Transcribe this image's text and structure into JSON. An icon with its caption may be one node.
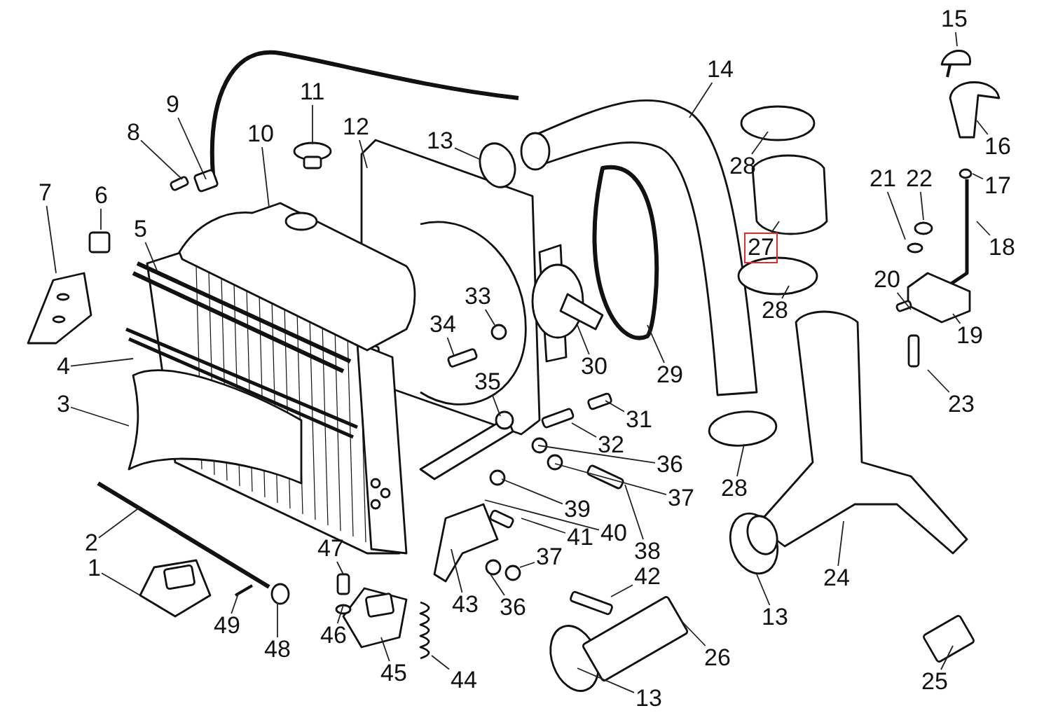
{
  "diagram": {
    "nodes": [
      {
        "text": [
          "15"
        ]
      },
      {
        "text": [
          "11"
        ]
      },
      {
        "text": [
          "9"
        ]
      },
      {
        "text": [
          "8"
        ]
      },
      {
        "text": [
          "10"
        ]
      },
      {
        "text": [
          "12"
        ]
      },
      {
        "text": [
          "13"
        ]
      },
      {
        "text": [
          "14"
        ]
      },
      {
        "text": [
          "28"
        ]
      },
      {
        "text": [
          "16"
        ]
      },
      {
        "text": [
          "7"
        ]
      },
      {
        "text": [
          "6"
        ]
      },
      {
        "text": [
          "5"
        ]
      },
      {
        "text": [
          "21"
        ]
      },
      {
        "text": [
          "22"
        ]
      },
      {
        "text": [
          "17"
        ]
      },
      {
        "text": [
          "18"
        ]
      },
      {
        "text": [
          "27"
        ]
      },
      {
        "text": [
          "33"
        ]
      },
      {
        "text": [
          "34"
        ]
      },
      {
        "text": [
          "28"
        ]
      },
      {
        "text": [
          "20"
        ]
      },
      {
        "text": [
          "19"
        ]
      },
      {
        "text": [
          "4"
        ]
      },
      {
        "text": [
          "3"
        ]
      },
      {
        "text": [
          "35"
        ]
      },
      {
        "text": [
          "29"
        ]
      },
      {
        "text": [
          "30"
        ]
      },
      {
        "text": [
          "31"
        ]
      },
      {
        "text": [
          "32"
        ]
      },
      {
        "text": [
          "36"
        ]
      },
      {
        "text": [
          "37"
        ]
      },
      {
        "text": [
          "39"
        ]
      },
      {
        "text": [
          "40"
        ]
      },
      {
        "text": [
          "41"
        ]
      },
      {
        "text": [
          "38"
        ]
      },
      {
        "text": [
          "28"
        ]
      },
      {
        "text": [
          "23"
        ]
      },
      {
        "text": [
          "2"
        ]
      },
      {
        "text": [
          "1"
        ]
      },
      {
        "text": [
          "47"
        ]
      },
      {
        "text": [
          "49"
        ]
      },
      {
        "text": [
          "46"
        ]
      },
      {
        "text": [
          "48"
        ]
      },
      {
        "text": [
          "43"
        ]
      },
      {
        "text": [
          "37"
        ]
      },
      {
        "text": [
          "36"
        ]
      },
      {
        "text": [
          "42"
        ]
      },
      {
        "text": [
          "24"
        ]
      },
      {
        "text": [
          "13"
        ]
      },
      {
        "text": [
          "26"
        ]
      },
      {
        "text": [
          "44"
        ]
      },
      {
        "text": [
          "45"
        ]
      },
      {
        "text": [
          "25"
        ]
      },
      {
        "text": [
          "13"
        ]
      }
    ],
    "edges": [
      {
        "from": 0,
        "to": null,
        "arrow": "none"
      },
      {
        "from": 1,
        "to": null,
        "arrow": "none"
      },
      {
        "from": 2,
        "to": null,
        "arrow": "none"
      },
      {
        "from": 3,
        "to": null,
        "arrow": "none"
      },
      {
        "from": 4,
        "to": null,
        "arrow": "none"
      },
      {
        "from": 5,
        "to": null,
        "arrow": "none"
      },
      {
        "from": 6,
        "to": null,
        "arrow": "none"
      },
      {
        "from": 7,
        "to": null,
        "arrow": "none"
      },
      {
        "from": 8,
        "to": null,
        "arrow": "none"
      },
      {
        "from": 9,
        "to": null,
        "arrow": "none"
      },
      {
        "from": 10,
        "to": null,
        "arrow": "none"
      },
      {
        "from": 11,
        "to": null,
        "arrow": "none"
      },
      {
        "from": 12,
        "to": null,
        "arrow": "none"
      },
      {
        "from": 13,
        "to": null,
        "arrow": "none"
      },
      {
        "from": 14,
        "to": null,
        "arrow": "none"
      },
      {
        "from": 15,
        "to": null,
        "arrow": "none"
      },
      {
        "from": 16,
        "to": null,
        "arrow": "none"
      },
      {
        "from": 17,
        "to": null,
        "arrow": "none"
      },
      {
        "from": 18,
        "to": null,
        "arrow": "none"
      },
      {
        "from": 19,
        "to": null,
        "arrow": "none"
      },
      {
        "from": 20,
        "to": null,
        "arrow": "none"
      },
      {
        "from": 21,
        "to": null,
        "arrow": "none"
      },
      {
        "from": 22,
        "to": null,
        "arrow": "none"
      },
      {
        "from": 23,
        "to": null,
        "arrow": "none"
      },
      {
        "from": 24,
        "to": null,
        "arrow": "none"
      },
      {
        "from": 25,
        "to": null,
        "arrow": "none"
      },
      {
        "from": 26,
        "to": null,
        "arrow": "none"
      },
      {
        "from": 27,
        "to": null,
        "arrow": "none"
      },
      {
        "from": 28,
        "to": null,
        "arrow": "none"
      },
      {
        "from": 29,
        "to": null,
        "arrow": "none"
      },
      {
        "from": 30,
        "to": null,
        "arrow": "none"
      },
      {
        "from": 31,
        "to": null,
        "arrow": "none"
      },
      {
        "from": 32,
        "to": null,
        "arrow": "none"
      },
      {
        "from": 33,
        "to": null,
        "arrow": "none"
      },
      {
        "from": 34,
        "to": null,
        "arrow": "none"
      },
      {
        "from": 35,
        "to": null,
        "arrow": "none"
      },
      {
        "from": 36,
        "to": null,
        "arrow": "none"
      },
      {
        "from": 37,
        "to": null,
        "arrow": "none"
      },
      {
        "from": 38,
        "to": null,
        "arrow": "none"
      },
      {
        "from": 39,
        "to": null,
        "arrow": "none"
      },
      {
        "from": 40,
        "to": null,
        "arrow": "none"
      },
      {
        "from": 41,
        "to": null,
        "arrow": "none"
      },
      {
        "from": 42,
        "to": null,
        "arrow": "none"
      },
      {
        "from": 43,
        "to": null,
        "arrow": "none"
      },
      {
        "from": 44,
        "to": null,
        "arrow": "none"
      },
      {
        "from": 45,
        "to": null,
        "arrow": "none"
      },
      {
        "from": 46,
        "to": null,
        "arrow": "none"
      },
      {
        "from": 47,
        "to": null,
        "arrow": "none"
      },
      {
        "from": 48,
        "to": null,
        "arrow": "none"
      },
      {
        "from": 49,
        "to": null,
        "arrow": "none"
      },
      {
        "from": 50,
        "to": null,
        "arrow": "none"
      },
      {
        "from": 51,
        "to": null,
        "arrow": "none"
      },
      {
        "from": 52,
        "to": null,
        "arrow": "none"
      },
      {
        "from": 53,
        "to": null,
        "arrow": "none"
      },
      {
        "from": 54,
        "to": null,
        "arrow": "none"
      }
    ]
  }
}
